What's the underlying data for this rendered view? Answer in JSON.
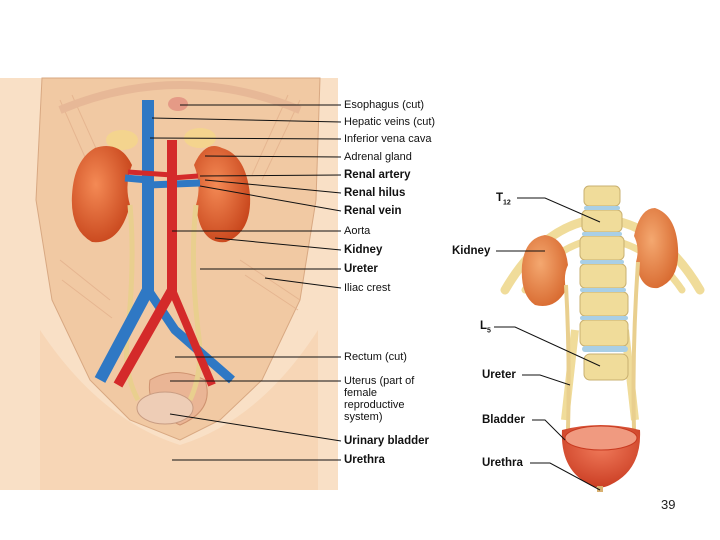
{
  "left_labels": [
    {
      "id": "esophagus",
      "text": "Esophagus (cut)",
      "bold": false
    },
    {
      "id": "hepatic",
      "text": "Hepatic veins (cut)",
      "bold": false
    },
    {
      "id": "ivc",
      "text": "Inferior vena cava",
      "bold": false
    },
    {
      "id": "adrenal",
      "text": "Adrenal gland",
      "bold": false
    },
    {
      "id": "renal-artery",
      "text": "Renal artery",
      "bold": true
    },
    {
      "id": "renal-hilus",
      "text": "Renal hilus",
      "bold": true
    },
    {
      "id": "renal-vein",
      "text": "Renal vein",
      "bold": true
    },
    {
      "id": "aorta",
      "text": "Aorta",
      "bold": false
    },
    {
      "id": "kidney",
      "text": "Kidney",
      "bold": true
    },
    {
      "id": "ureter",
      "text": "Ureter",
      "bold": true
    },
    {
      "id": "iliac",
      "text": "Iliac crest",
      "bold": false
    },
    {
      "id": "rectum",
      "text": "Rectum (cut)",
      "bold": false
    },
    {
      "id": "uterus",
      "text": "Uterus (part of female reproductive system)",
      "bold": false
    },
    {
      "id": "urinary-bladder",
      "text": "Urinary bladder",
      "bold": true
    },
    {
      "id": "urethra",
      "text": "Urethra",
      "bold": true
    }
  ],
  "right_labels": {
    "t12": "T",
    "t12_sub": "12",
    "kidney": "Kidney",
    "l5": "L",
    "l5_sub": "5",
    "ureter": "Ureter",
    "bladder": "Bladder",
    "urethra": "Urethra"
  },
  "page_number": "39",
  "colors": {
    "kidney": "#e0622e",
    "artery": "#d42a2a",
    "vein": "#2f78c4",
    "ureter": "#e9cf8e",
    "bone": "#f0dc9a",
    "disc": "#a9cfe6",
    "skin": "#f8dcc0"
  }
}
